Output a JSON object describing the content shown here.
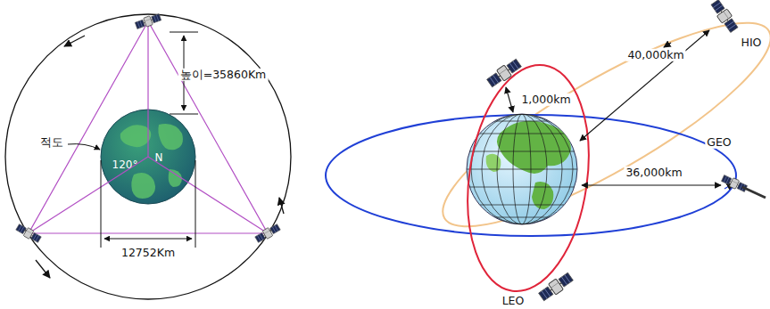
{
  "diagram": {
    "labels": [
      "높이=35860Km",
      "적도",
      "120°",
      "N",
      "12752Km",
      "1,000km",
      "40,000km",
      "HIO",
      "GEO",
      "36,000km",
      "LEO"
    ]
  }
}
